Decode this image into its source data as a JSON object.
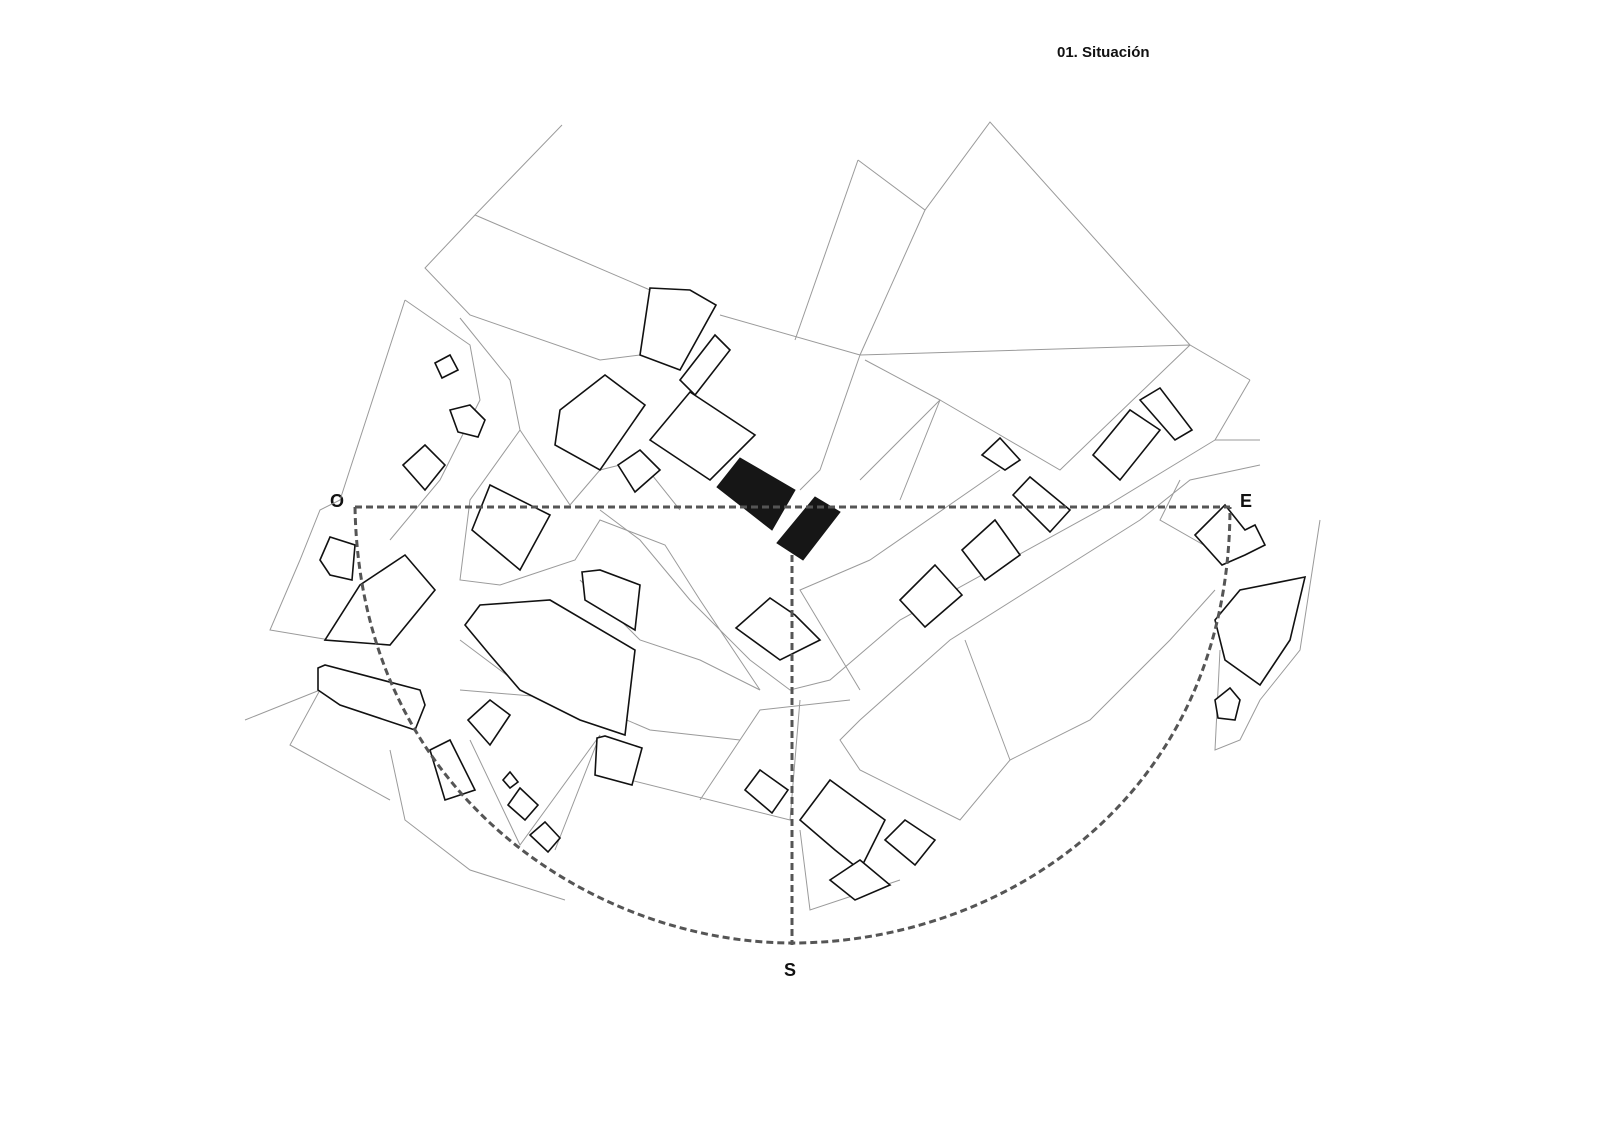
{
  "title": "01. Situación",
  "orientation": {
    "west": "O",
    "east": "E",
    "south": "S"
  },
  "colors": {
    "buildings": "#111111",
    "parcels": "#9a9a9a",
    "highlight": "#161616",
    "sun_path": "#555555"
  }
}
